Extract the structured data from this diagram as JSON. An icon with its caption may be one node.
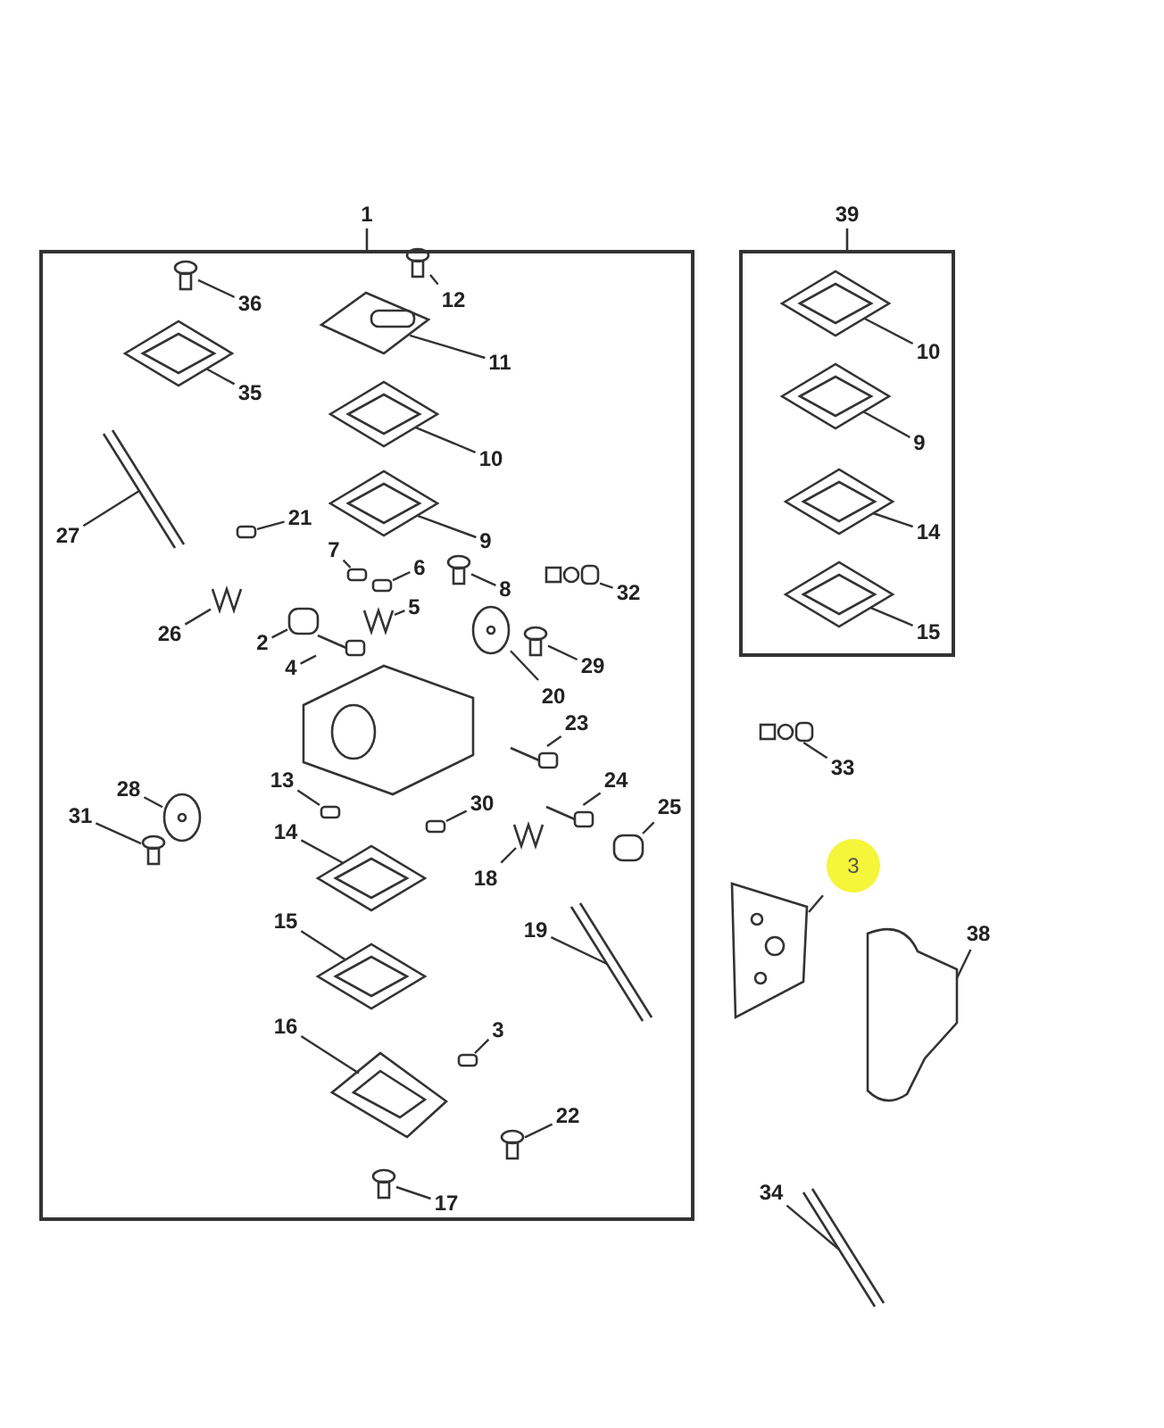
{
  "diagram": {
    "nodes": [
      {
        "text": [
          "1"
        ]
      },
      {
        "text": [
          "39"
        ]
      },
      {
        "text": [
          "36"
        ],
        "in": 0
      },
      {
        "text": [
          "12"
        ],
        "in": 0
      },
      {
        "text": [
          "35"
        ],
        "in": 0
      },
      {
        "text": [
          "11"
        ],
        "in": 0
      },
      {
        "text": [
          "10"
        ],
        "in": 0
      },
      {
        "text": [
          "27"
        ],
        "in": 0
      },
      {
        "text": [
          "21"
        ],
        "in": 0
      },
      {
        "text": [
          "9"
        ],
        "in": 0
      },
      {
        "text": [
          "7"
        ],
        "in": 0
      },
      {
        "text": [
          "6"
        ],
        "in": 0
      },
      {
        "text": [
          "8"
        ],
        "in": 0
      },
      {
        "text": [
          "32"
        ],
        "in": 0
      },
      {
        "text": [
          "5"
        ],
        "in": 0
      },
      {
        "text": [
          "26"
        ],
        "in": 0
      },
      {
        "text": [
          "2"
        ],
        "in": 0
      },
      {
        "text": [
          "4"
        ],
        "in": 0
      },
      {
        "text": [
          "29"
        ],
        "in": 0
      },
      {
        "text": [
          "20"
        ],
        "in": 0
      },
      {
        "text": [
          "23"
        ],
        "in": 0
      },
      {
        "text": [
          "13"
        ],
        "in": 0
      },
      {
        "text": [
          "24"
        ],
        "in": 0
      },
      {
        "text": [
          "28"
        ],
        "in": 0
      },
      {
        "text": [
          "30"
        ],
        "in": 0
      },
      {
        "text": [
          "31"
        ],
        "in": 0
      },
      {
        "text": [
          "25"
        ],
        "in": 0
      },
      {
        "text": [
          "14"
        ],
        "in": 0
      },
      {
        "text": [
          "18"
        ],
        "in": 0
      },
      {
        "text": [
          "19"
        ],
        "in": 0
      },
      {
        "text": [
          "15"
        ],
        "in": 0
      },
      {
        "text": [
          "16"
        ],
        "in": 0
      },
      {
        "text": [
          "3"
        ],
        "in": 0
      },
      {
        "text": [
          "22"
        ],
        "in": 0
      },
      {
        "text": [
          "17"
        ],
        "in": 0
      },
      {
        "text": [
          "10"
        ],
        "in": 1
      },
      {
        "text": [
          "9"
        ],
        "in": 1
      },
      {
        "text": [
          "14"
        ],
        "in": 1
      },
      {
        "text": [
          "15"
        ],
        "in": 1
      },
      {
        "text": [
          "33"
        ]
      },
      {
        "text": [
          "3"
        ]
      },
      {
        "text": [
          "38"
        ]
      },
      {
        "text": [
          "34"
        ]
      },
      {
        "text": [],
        "shape": "picture",
        "in": 0
      },
      {
        "text": [],
        "shape": "picture",
        "in": 0
      },
      {
        "text": [],
        "shape": "picture",
        "in": 0
      },
      {
        "text": [],
        "shape": "picture",
        "in": 0
      },
      {
        "text": [],
        "shape": "picture",
        "in": 0
      },
      {
        "text": [],
        "shape": "picture",
        "in": 0
      },
      {
        "text": [],
        "shape": "box",
        "in": 0
      },
      {
        "text": [],
        "shape": "picture",
        "in": 0
      },
      {
        "text": [],
        "shape": "box",
        "in": 0
      },
      {
        "text": [],
        "shape": "box",
        "in": 0
      },
      {
        "text": [],
        "shape": "picture",
        "in": 0
      },
      {
        "text": [],
        "shape": "picture",
        "in": 0
      },
      {
        "text": [],
        "shape": "picture",
        "in": 0
      },
      {
        "text": [],
        "shape": "picture",
        "in": 0
      },
      {
        "text": [],
        "shape": "box",
        "in": 0
      },
      {
        "text": [],
        "shape": "picture",
        "in": 0
      },
      {
        "text": [],
        "shape": "picture",
        "in": 0
      },
      {
        "text": [],
        "shape": "picture",
        "in": 0
      },
      {
        "text": [],
        "shape": "picture",
        "in": 0
      },
      {
        "text": [],
        "shape": "box",
        "in": 0
      },
      {
        "text": [],
        "shape": "picture",
        "in": 0
      },
      {
        "text": [],
        "shape": "picture",
        "in": 0
      },
      {
        "text": [],
        "shape": "box",
        "in": 0
      },
      {
        "text": [],
        "shape": "picture",
        "in": 0
      },
      {
        "text": [],
        "shape": "box",
        "in": 0
      },
      {
        "text": [],
        "shape": "picture",
        "in": 0
      },
      {
        "text": [],
        "shape": "picture",
        "in": 0
      },
      {
        "text": [],
        "shape": "picture",
        "in": 0
      },
      {
        "text": [],
        "shape": "picture",
        "in": 0
      },
      {
        "text": [],
        "shape": "picture",
        "in": 0
      },
      {
        "text": [],
        "shape": "box",
        "in": 0
      },
      {
        "text": [],
        "shape": "picture",
        "in": 0
      },
      {
        "text": [],
        "shape": "picture",
        "in": 0
      },
      {
        "text": [],
        "shape": "picture",
        "in": 1
      },
      {
        "text": [],
        "shape": "picture",
        "in": 1
      },
      {
        "text": [],
        "shape": "picture",
        "in": 1
      },
      {
        "text": [],
        "shape": "picture",
        "in": 1
      },
      {
        "text": [],
        "shape": "picture"
      },
      {
        "text": [],
        "shape": "picture"
      },
      {
        "text": [],
        "shape": "picture"
      },
      {
        "text": [],
        "shape": "picture"
      }
    ],
    "edges": [
      {
        "from": 2,
        "to": 43,
        "arrow": "none"
      },
      {
        "from": 3,
        "to": 44,
        "arrow": "none"
      },
      {
        "from": 4,
        "to": 45,
        "arrow": "none"
      },
      {
        "from": 5,
        "to": 46,
        "arrow": "none"
      },
      {
        "from": 6,
        "to": 47,
        "arrow": "none"
      },
      {
        "from": 7,
        "to": 48,
        "arrow": "none"
      },
      {
        "from": 8,
        "to": 49,
        "arrow": "none"
      },
      {
        "from": 9,
        "to": 50,
        "arrow": "none"
      },
      {
        "from": 10,
        "to": 51,
        "arrow": "none"
      },
      {
        "from": 11,
        "to": 52,
        "arrow": "none"
      },
      {
        "from": 12,
        "to": 53,
        "arrow": "none"
      },
      {
        "from": 13,
        "to": 54,
        "arrow": "none"
      },
      {
        "from": 14,
        "to": 55,
        "arrow": "none"
      },
      {
        "from": 15,
        "to": 56,
        "arrow": "none"
      },
      {
        "from": 16,
        "to": 57,
        "arrow": "none"
      },
      {
        "from": 17,
        "to": 58,
        "arrow": "none"
      },
      {
        "from": 18,
        "to": 59,
        "arrow": "none"
      },
      {
        "from": 19,
        "to": 60,
        "arrow": "none"
      },
      {
        "from": 20,
        "to": 61,
        "arrow": "none"
      },
      {
        "from": 21,
        "to": 62,
        "arrow": "none"
      },
      {
        "from": 22,
        "to": 63,
        "arrow": "none"
      },
      {
        "from": 23,
        "to": 64,
        "arrow": "none"
      },
      {
        "from": 24,
        "to": 65,
        "arrow": "none"
      },
      {
        "from": 25,
        "to": 66,
        "arrow": "none"
      },
      {
        "from": 26,
        "to": 67,
        "arrow": "none"
      },
      {
        "from": 27,
        "to": 68,
        "arrow": "none"
      },
      {
        "from": 28,
        "to": 69,
        "arrow": "none"
      },
      {
        "from": 29,
        "to": 70,
        "arrow": "none"
      },
      {
        "from": 30,
        "to": 71,
        "arrow": "none"
      },
      {
        "from": 31,
        "to": 72,
        "arrow": "none"
      },
      {
        "from": 32,
        "to": 73,
        "arrow": "none"
      },
      {
        "from": 33,
        "to": 74,
        "arrow": "none"
      },
      {
        "from": 34,
        "to": 75,
        "arrow": "none"
      },
      {
        "from": 35,
        "to": 76,
        "arrow": "none"
      },
      {
        "from": 36,
        "to": 77,
        "arrow": "none"
      },
      {
        "from": 37,
        "to": 78,
        "arrow": "none"
      },
      {
        "from": 38,
        "to": 79,
        "arrow": "none"
      },
      {
        "from": 39,
        "to": 80,
        "arrow": "none"
      },
      {
        "from": 40,
        "to": 81,
        "arrow": "none"
      },
      {
        "from": 41,
        "to": 82,
        "arrow": "none"
      },
      {
        "from": 42,
        "to": 83,
        "arrow": "none"
      }
    ]
  }
}
